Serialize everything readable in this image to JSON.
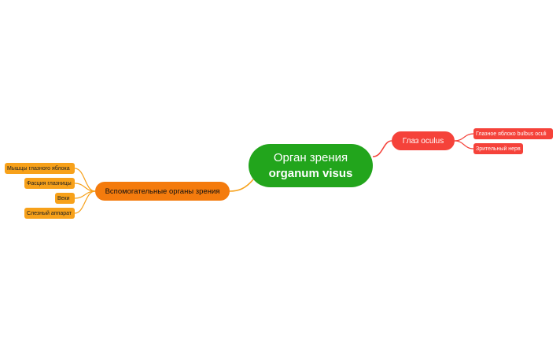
{
  "colors": {
    "central": "#22a51c",
    "branch_red": "#f5423a",
    "branch_orange": "#f47b0d",
    "leaf_orange": "#f7a11a",
    "connector_red": "#f5423a",
    "connector_orange": "#f7a11a"
  },
  "central": {
    "line1": "Орган зрения",
    "line2": "organum visus"
  },
  "branches": [
    {
      "label": "Глаз oculus",
      "children": [
        "Глазное яблоко bulbus oculi",
        "Зрительный нерв"
      ]
    },
    {
      "label": "Вспомогательные органы зрения",
      "children": [
        "Мышцы глазного яблока",
        "Фасция глазницы",
        "Веки",
        "Слезный аппарат"
      ]
    }
  ]
}
